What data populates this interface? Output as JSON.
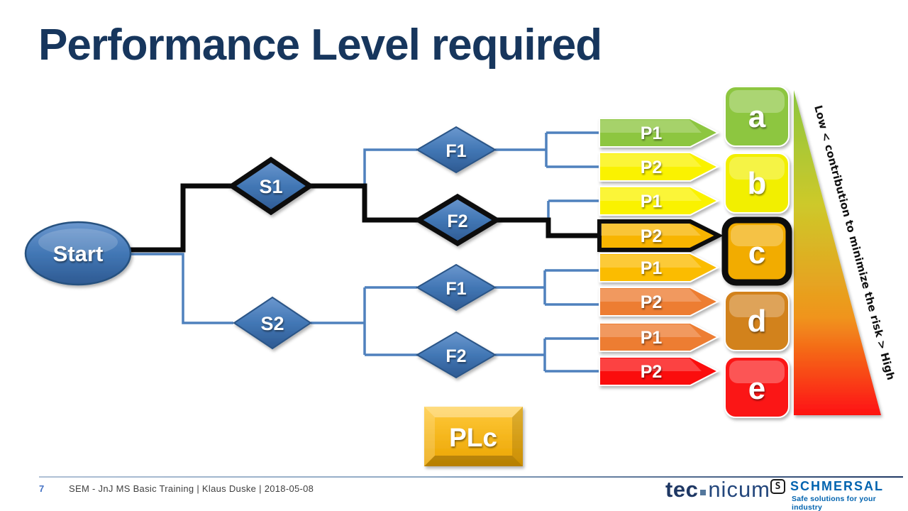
{
  "title": "Performance Level required",
  "diagram": {
    "start_label": "Start",
    "decisions": [
      {
        "label": "S1",
        "highlighted": true
      },
      {
        "label": "S2",
        "highlighted": false
      },
      {
        "label": "F1",
        "highlighted": false
      },
      {
        "label": "F2",
        "highlighted": true
      },
      {
        "label": "F1",
        "highlighted": false
      },
      {
        "label": "F2",
        "highlighted": false
      }
    ],
    "probability_arrows": [
      {
        "label": "P1",
        "color": "#8DC63F",
        "leads_to": "a",
        "highlighted": false
      },
      {
        "label": "P2",
        "color": "#FAF200",
        "leads_to": "b",
        "highlighted": false
      },
      {
        "label": "P1",
        "color": "#FAF200",
        "leads_to": "b",
        "highlighted": false
      },
      {
        "label": "P2",
        "color": "#F8B500",
        "leads_to": "c",
        "highlighted": true
      },
      {
        "label": "P1",
        "color": "#FBBC05",
        "leads_to": "c",
        "highlighted": false
      },
      {
        "label": "P2",
        "color": "#ED7D31",
        "leads_to": "d",
        "highlighted": false
      },
      {
        "label": "P1",
        "color": "#ED7D31",
        "leads_to": "d",
        "highlighted": false
      },
      {
        "label": "P2",
        "color": "#FB1010",
        "leads_to": "e",
        "highlighted": false
      }
    ],
    "performance_levels": [
      {
        "label": "a",
        "color": "#8DC63F",
        "highlighted": false
      },
      {
        "label": "b",
        "color": "#F2EF00",
        "highlighted": false
      },
      {
        "label": "c",
        "color": "#F2AC00",
        "highlighted": true
      },
      {
        "label": "d",
        "color": "#D2821E",
        "highlighted": false
      },
      {
        "label": "e",
        "color": "#FB1414",
        "highlighted": false
      }
    ],
    "risk_scale_label": "Low < contribution to minimize the risk > High",
    "risk_scale_colors": {
      "top": "#8CC63F",
      "upper_mid": "#CDC92A",
      "lower_mid": "#F0941C",
      "bottom": "#FE1111"
    },
    "result_label": "PLc",
    "result_color": "#F7B500"
  },
  "footer": {
    "page_number": "7",
    "info": "SEM - JnJ MS Basic Training  |  Klaus Duske  |  2018-05-08",
    "tecnicum": {
      "tec": "tec",
      "nicum": "nicum"
    },
    "schmersal": {
      "icon_letter": "S",
      "name": "SCHMERSAL",
      "tagline": "Safe solutions for your industry"
    }
  }
}
